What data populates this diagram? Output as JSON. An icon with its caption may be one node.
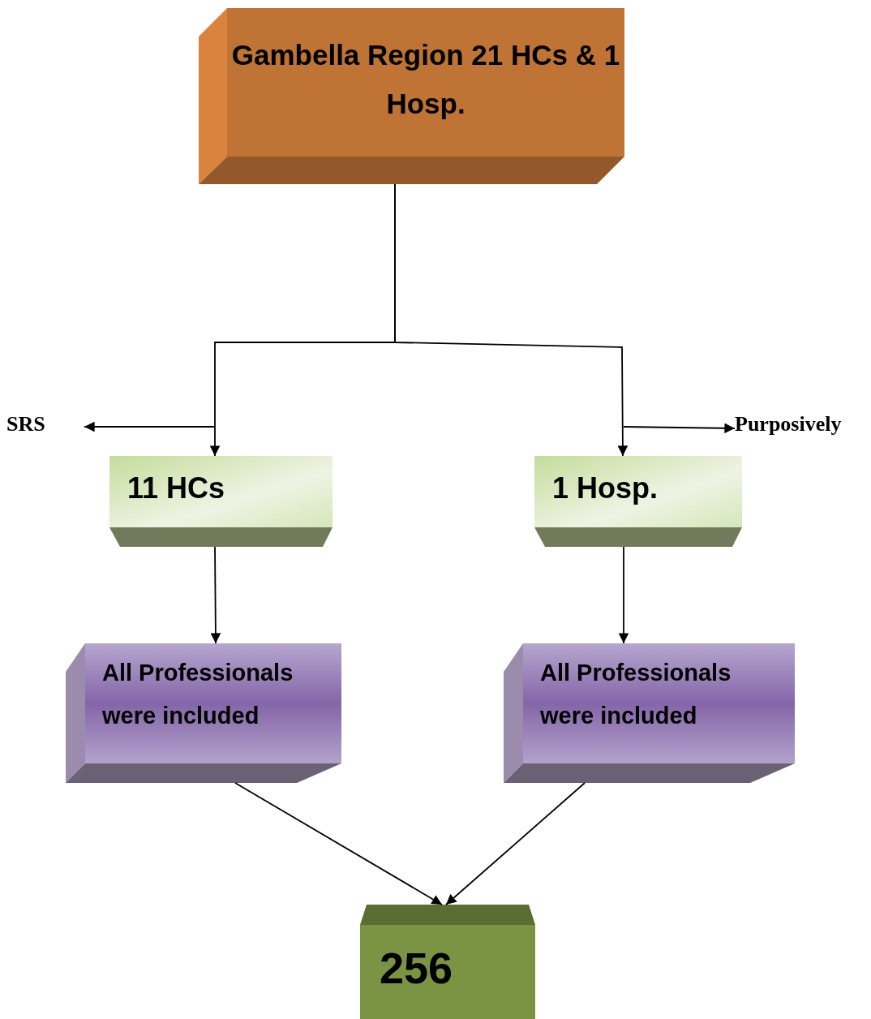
{
  "diagram": {
    "nodes": [
      {
        "text": [
          "Gambella Region 21 HCs & 1 Hosp."
        ]
      },
      {
        "text": [
          "SRS"
        ]
      },
      {
        "text": [
          "11 HCs"
        ]
      },
      {
        "text": [
          "1 Hosp."
        ]
      },
      {
        "text": [
          "Purposively"
        ]
      },
      {
        "text": [
          "All Professionals were included"
        ]
      },
      {
        "text": [
          "All Professionals were included"
        ]
      },
      {
        "text": [
          "256"
        ]
      }
    ],
    "edges": [
      {
        "from": 0,
        "to": 2,
        "arrow": "to"
      },
      {
        "from": 0,
        "to": 3,
        "arrow": "to"
      },
      {
        "from": null,
        "to": 1,
        "arrow": "to"
      },
      {
        "from": null,
        "to": 4,
        "arrow": "to"
      },
      {
        "from": 2,
        "to": 5,
        "arrow": "to"
      },
      {
        "from": 3,
        "to": 6,
        "arrow": "to"
      },
      {
        "from": 5,
        "to": 7,
        "arrow": "to"
      },
      {
        "from": 6,
        "to": 7,
        "arrow": "to"
      }
    ]
  }
}
